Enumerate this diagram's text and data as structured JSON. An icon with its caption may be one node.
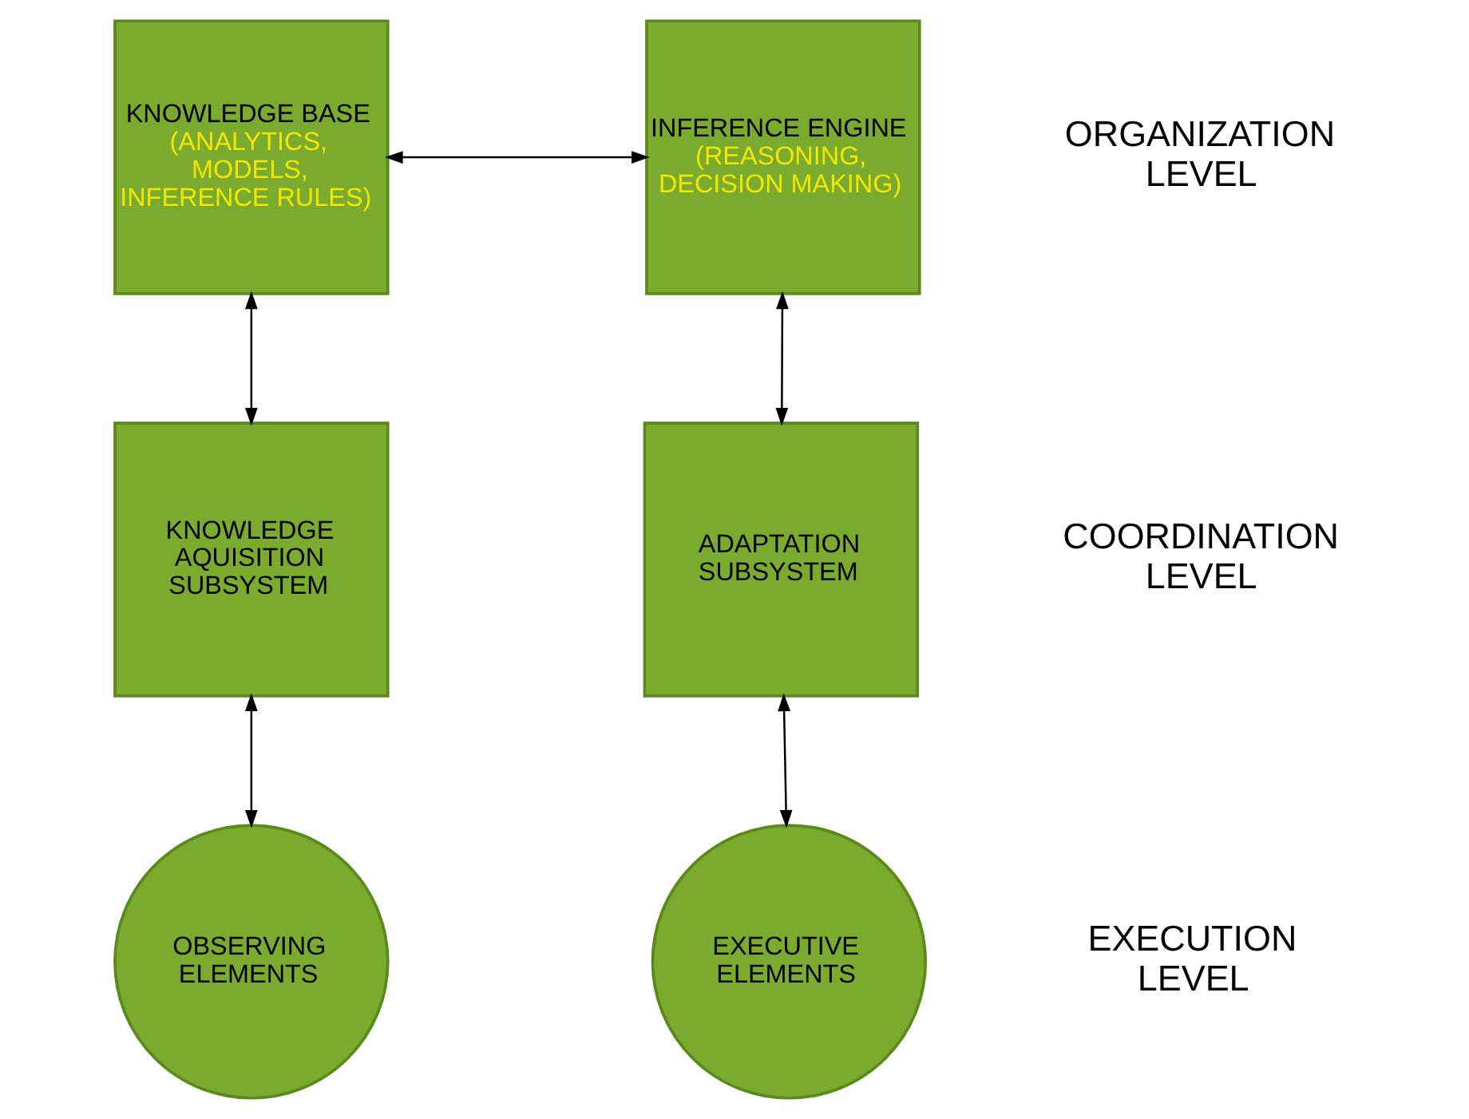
{
  "diagram": {
    "nodes": [
      {
        "text": [
          "KNOWLEDGE BASE",
          "(ANALYTICS, MODELS, INFERENCE RULES)"
        ]
      },
      {
        "text": [
          "INFERENCE ENGINE",
          "(REASONING, DECISION MAKING)"
        ]
      },
      {
        "text": [
          "KNOWLEDGE AQUISITION SUBSYSTEM"
        ]
      },
      {
        "text": [
          "ADAPTATION SUBSYSTEM"
        ]
      },
      {
        "text": [
          "OBSERVING ELEMENTS"
        ]
      },
      {
        "text": [
          "EXECUTIVE ELEMENTS"
        ]
      }
    ],
    "edges": [
      {
        "from": 0,
        "to": 1,
        "arrow": "both"
      },
      {
        "from": 0,
        "to": 2,
        "arrow": "both"
      },
      {
        "from": 1,
        "to": 3,
        "arrow": "both"
      },
      {
        "from": 2,
        "to": 4,
        "arrow": "both"
      },
      {
        "from": 3,
        "to": 5,
        "arrow": "both"
      }
    ],
    "labels": [
      "ORGANIZATION LEVEL",
      "COORDINATION LEVEL",
      "EXECUTION LEVEL"
    ]
  }
}
